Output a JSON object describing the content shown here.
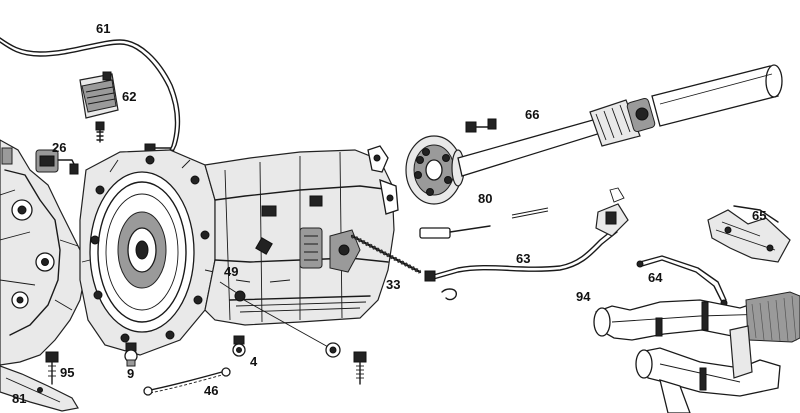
{
  "callouts": {
    "c61": "61",
    "c62": "62",
    "c26": "26",
    "c66": "66",
    "c80": "80",
    "c65": "65",
    "c63": "63",
    "c64": "64",
    "c94": "94",
    "c49": "49",
    "c33": "33",
    "c9": "9",
    "c46": "46",
    "c4": "4",
    "c95": "95",
    "c81": "81"
  }
}
